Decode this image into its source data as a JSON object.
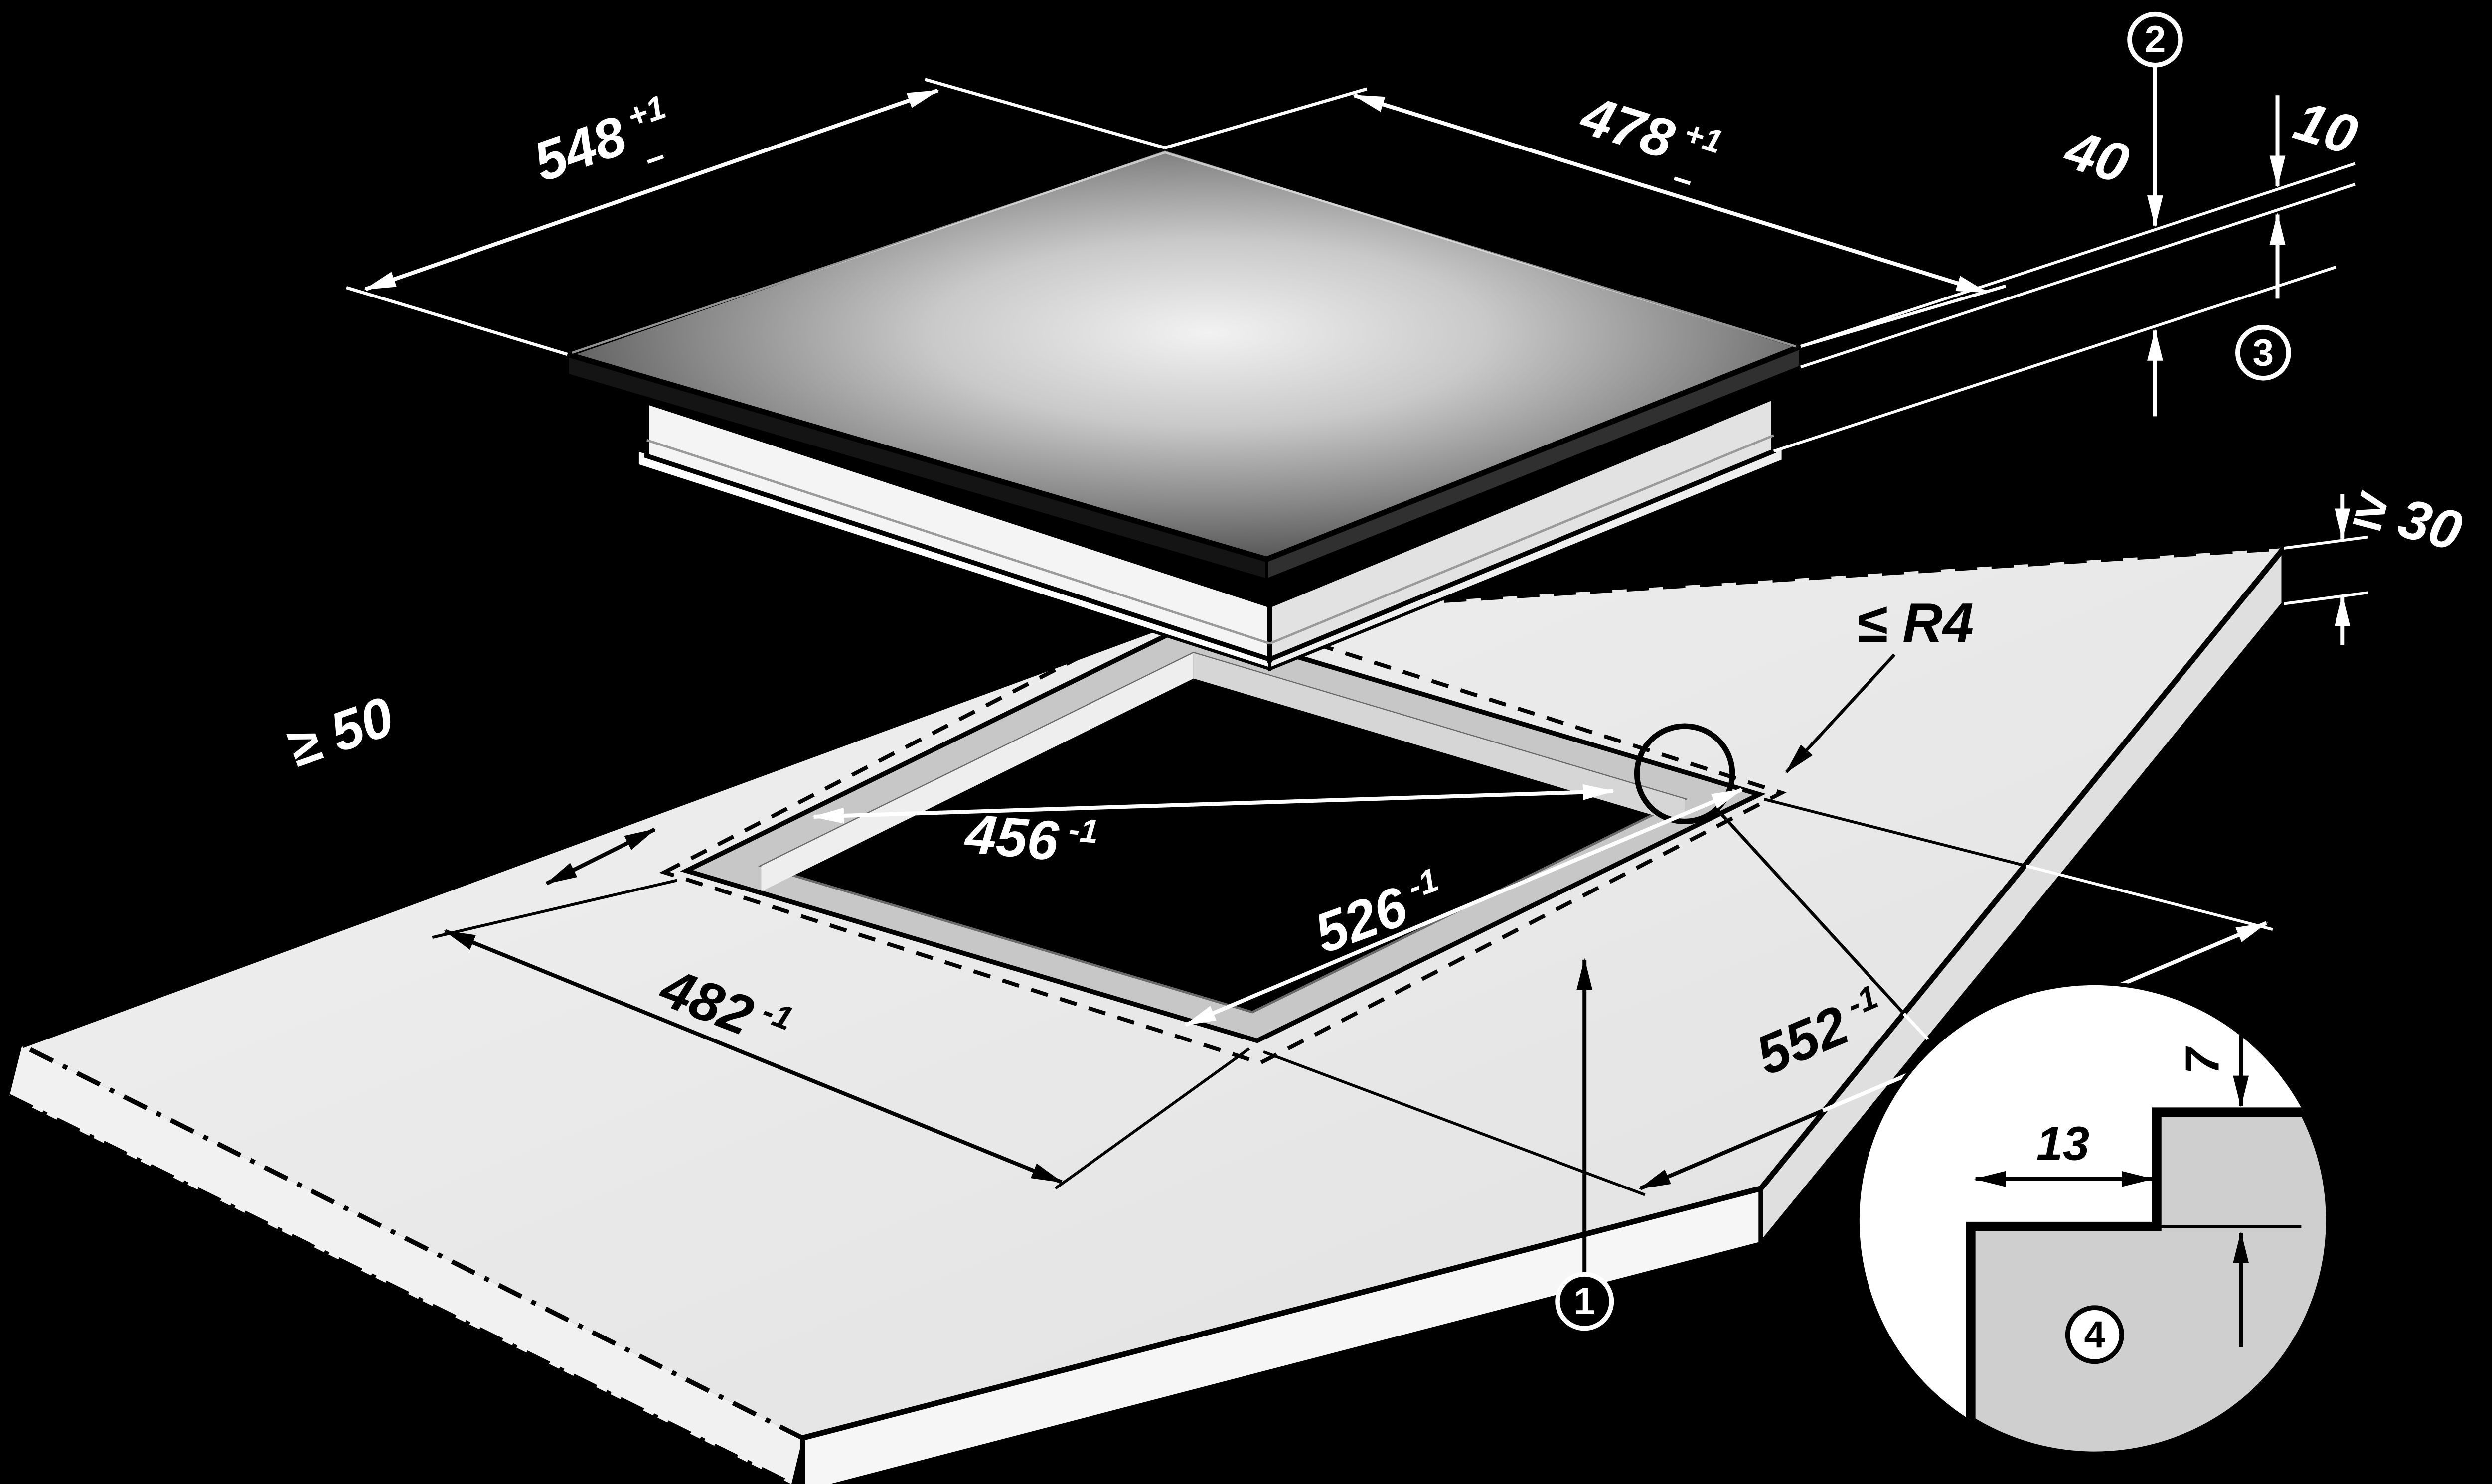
{
  "title": "hob-installation-diagram",
  "colors": {
    "background": "#000000",
    "worktop": "#e9e9e9",
    "cutout_ledge": "#c7c7c7",
    "hob_body": "#f4f4f4",
    "line_light": "#ffffff",
    "line_dark": "#000000"
  },
  "dimensions": {
    "hob_width": {
      "value": "548",
      "tol_plus": "+1",
      "tol_minus": "−"
    },
    "hob_depth": {
      "value": "478",
      "tol_plus": "+1",
      "tol_minus": "−"
    },
    "hob_height_below": {
      "value": "40"
    },
    "glass_height": {
      "value": "10"
    },
    "worktop_thickness_min": {
      "value": "≥ 30"
    },
    "clearance_min": {
      "value": "≥ 50"
    },
    "cutout_inner_width": {
      "value": "456",
      "tol": "-1"
    },
    "cutout_inner_depth": {
      "value": "526",
      "tol": "-1"
    },
    "cutout_outer_width": {
      "value": "482",
      "tol": "-1"
    },
    "cutout_outer_depth": {
      "value": "552",
      "tol": "-1"
    },
    "corner_radius_max": {
      "value": "≤ R4"
    },
    "step_width": {
      "value": "13"
    },
    "step_depth": {
      "value": "7"
    }
  },
  "callouts": {
    "c1": "1",
    "c2": "2",
    "c3": "3",
    "c4": "4"
  }
}
